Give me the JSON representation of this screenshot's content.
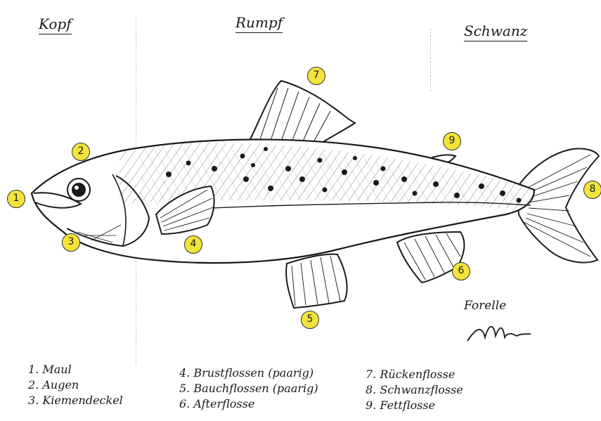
{
  "sections": {
    "head": "Kopf",
    "trunk": "Rumpf",
    "tail": "Schwanz"
  },
  "markers": [
    "1",
    "2",
    "3",
    "4",
    "5",
    "6",
    "7",
    "8",
    "9"
  ],
  "legend": {
    "col1": [
      "1. Maul",
      "2. Augen",
      "3. Kiemendeckel"
    ],
    "col2": [
      "4. Brustflossen (paarig)",
      "5. Bauchflossen (paarig)",
      "6. Afterflosse"
    ],
    "col3": [
      "7. Rückenflosse",
      "8. Schwanzflosse",
      "9. Fettflosse"
    ]
  },
  "caption": "Forelle",
  "colors": {
    "marker": "#f2e43a",
    "ink": "#1a1a1a",
    "divider": "#c8c8c8"
  }
}
